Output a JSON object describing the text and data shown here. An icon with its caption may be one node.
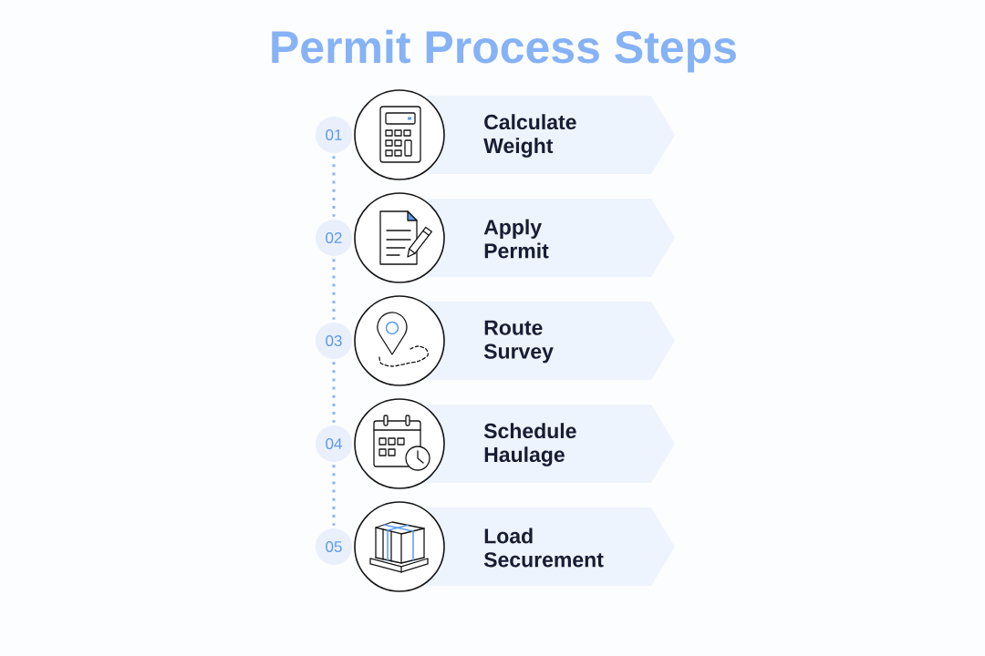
{
  "diagram": {
    "title": "Permit Process Steps",
    "nodes": [
      {
        "text": [
          "01"
        ]
      },
      {
        "text": [
          "Calculate Weight"
        ]
      },
      {
        "text": [
          "02"
        ]
      },
      {
        "text": [
          "Apply Permit"
        ]
      },
      {
        "text": [
          "03"
        ]
      },
      {
        "text": [
          "Route Survey"
        ]
      },
      {
        "text": [
          "04"
        ]
      },
      {
        "text": [
          "Schedule Haulage"
        ]
      },
      {
        "text": [
          "05"
        ]
      },
      {
        "text": [
          "Load Securement"
        ]
      }
    ],
    "edges": [
      {
        "from": 0,
        "to": 2,
        "arrow": "none",
        "style": "dashed"
      },
      {
        "from": 2,
        "to": 4,
        "arrow": "none",
        "style": "dashed"
      },
      {
        "from": 4,
        "to": 6,
        "arrow": "none",
        "style": "dashed"
      },
      {
        "from": 6,
        "to": 8,
        "arrow": "none",
        "style": "dashed"
      }
    ]
  }
}
